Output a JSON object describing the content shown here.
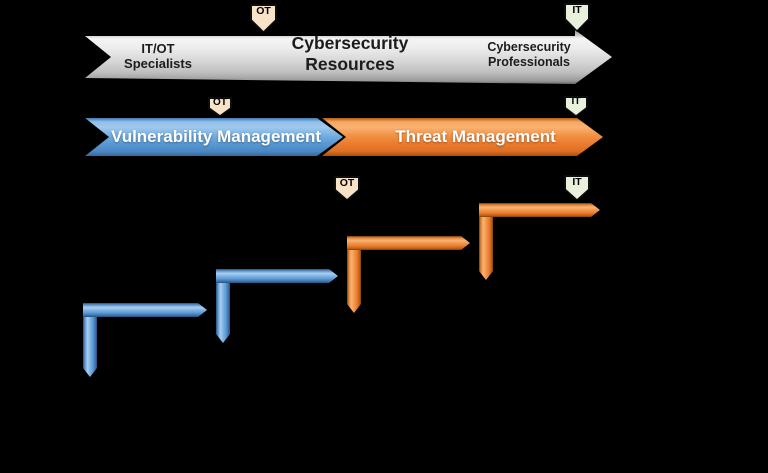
{
  "top_bar": {
    "left_line1": "IT/OT",
    "left_line2": "Specialists",
    "title": "Cybersecurity Resources",
    "right_line1": "Cybersecurity",
    "right_line2": "Professionals"
  },
  "process_bar": {
    "vulnerability": {
      "label": "Vulnerability Management",
      "color": "#5b9bd5"
    },
    "threat": {
      "label": "Threat Management",
      "color": "#ed7d31"
    }
  },
  "markers": [
    {
      "label": "OT",
      "points_at": "resources-bar",
      "fill": "#f8e2c8"
    },
    {
      "label": "IT",
      "points_at": "resources-bar",
      "fill": "#e9f1dd"
    },
    {
      "label": "OT",
      "points_at": "vulnerability-management",
      "fill": "#f8e2c8"
    },
    {
      "label": "IT",
      "points_at": "threat-management",
      "fill": "#e9f1dd"
    },
    {
      "label": "OT",
      "points_at": "staircase-step-3",
      "fill": "#f8e2c8"
    },
    {
      "label": "IT",
      "points_at": "staircase-step-4",
      "fill": "#e9f1dd"
    }
  ],
  "staircase": {
    "steps": [
      {
        "index": 1,
        "color_name": "blue",
        "hex": "#5b9bd5"
      },
      {
        "index": 2,
        "color_name": "blue",
        "hex": "#5b9bd5"
      },
      {
        "index": 3,
        "color_name": "orange",
        "hex": "#ed7d31"
      },
      {
        "index": 4,
        "color_name": "orange",
        "hex": "#ed7d31"
      }
    ]
  },
  "colors": {
    "background": "#000000",
    "gray_bar": "#d8d8d8",
    "blue_accent": "#5b9bd5",
    "orange_accent": "#ed7d31",
    "ot_marker_fill": "#f8e2c8",
    "it_marker_fill": "#e9f1dd"
  }
}
